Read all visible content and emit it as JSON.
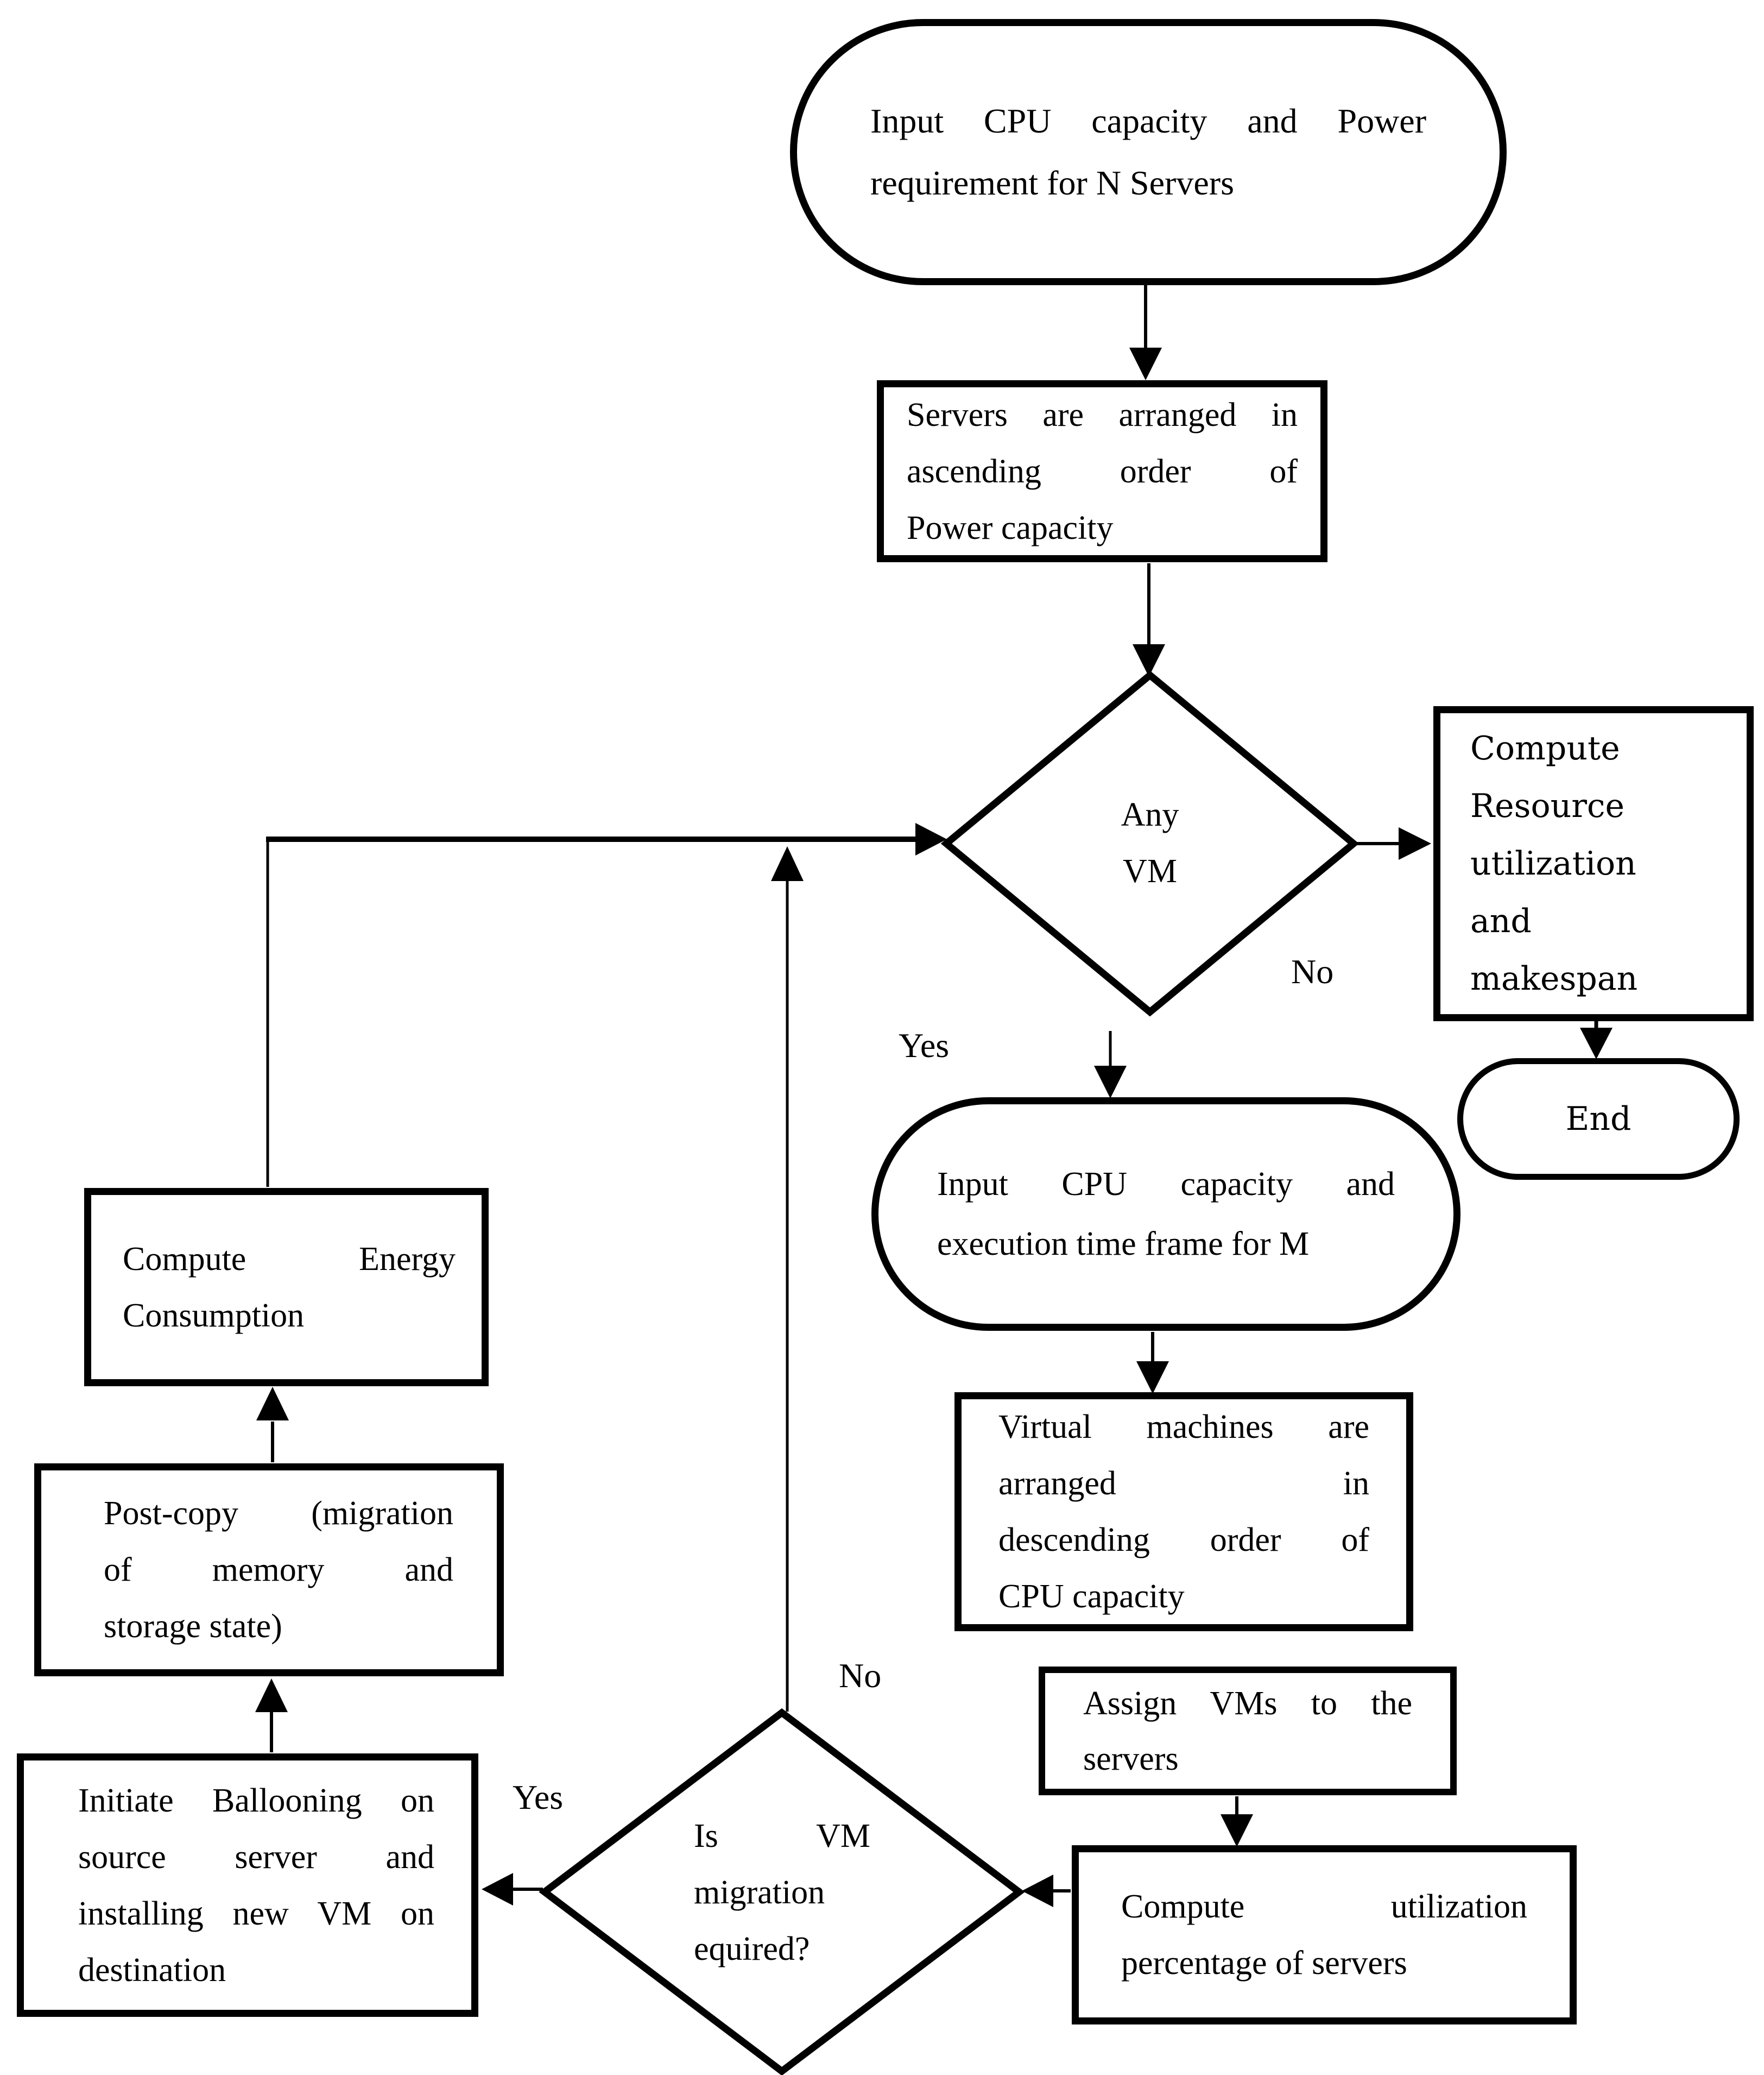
{
  "diagram": {
    "type": "flowchart",
    "colors": {
      "ink": "#000000",
      "paper": "#ffffff"
    },
    "nodes": {
      "start_oval": {
        "shape": "terminator",
        "lines": [
          "Input CPU capacity and Power",
          "requirement for N Servers"
        ]
      },
      "arrange_servers": {
        "shape": "process",
        "lines": [
          "Servers are arranged in",
          "ascending order of",
          "Power capacity"
        ]
      },
      "any_vm_decision": {
        "shape": "decision",
        "lines": [
          "Any",
          "VM"
        ]
      },
      "compute_resource": {
        "shape": "process",
        "lines": [
          "Compute",
          "Resource",
          "utilization",
          "and",
          "makespan"
        ]
      },
      "end_oval": {
        "shape": "terminator",
        "lines": [
          "End"
        ]
      },
      "input_vm_oval": {
        "shape": "terminator",
        "lines": [
          "Input CPU capacity and",
          "execution time frame for M"
        ]
      },
      "arrange_vms": {
        "shape": "process",
        "lines": [
          "Virtual machines are",
          "arranged in",
          "descending order of",
          "CPU capacity"
        ]
      },
      "assign_vms": {
        "shape": "process",
        "lines": [
          "Assign VMs to the",
          "servers"
        ]
      },
      "compute_utilization": {
        "shape": "process",
        "lines": [
          "Compute utilization",
          "percentage of servers"
        ]
      },
      "migration_decision": {
        "shape": "decision",
        "lines": [
          "Is VM",
          "migration",
          "equired?"
        ]
      },
      "initiate_ballooning": {
        "shape": "process",
        "lines": [
          "Initiate Ballooning on",
          "source server and",
          "installing new VM on",
          "destination"
        ]
      },
      "post_copy": {
        "shape": "process",
        "lines": [
          "Post-copy (migration",
          "of memory and",
          "storage state)"
        ]
      },
      "compute_energy": {
        "shape": "process",
        "lines": [
          "Compute Energy",
          "Consumption"
        ]
      }
    },
    "edge_labels": {
      "any_vm_yes": "Yes",
      "any_vm_no": "No",
      "migration_yes": "Yes",
      "migration_no": "No"
    }
  }
}
